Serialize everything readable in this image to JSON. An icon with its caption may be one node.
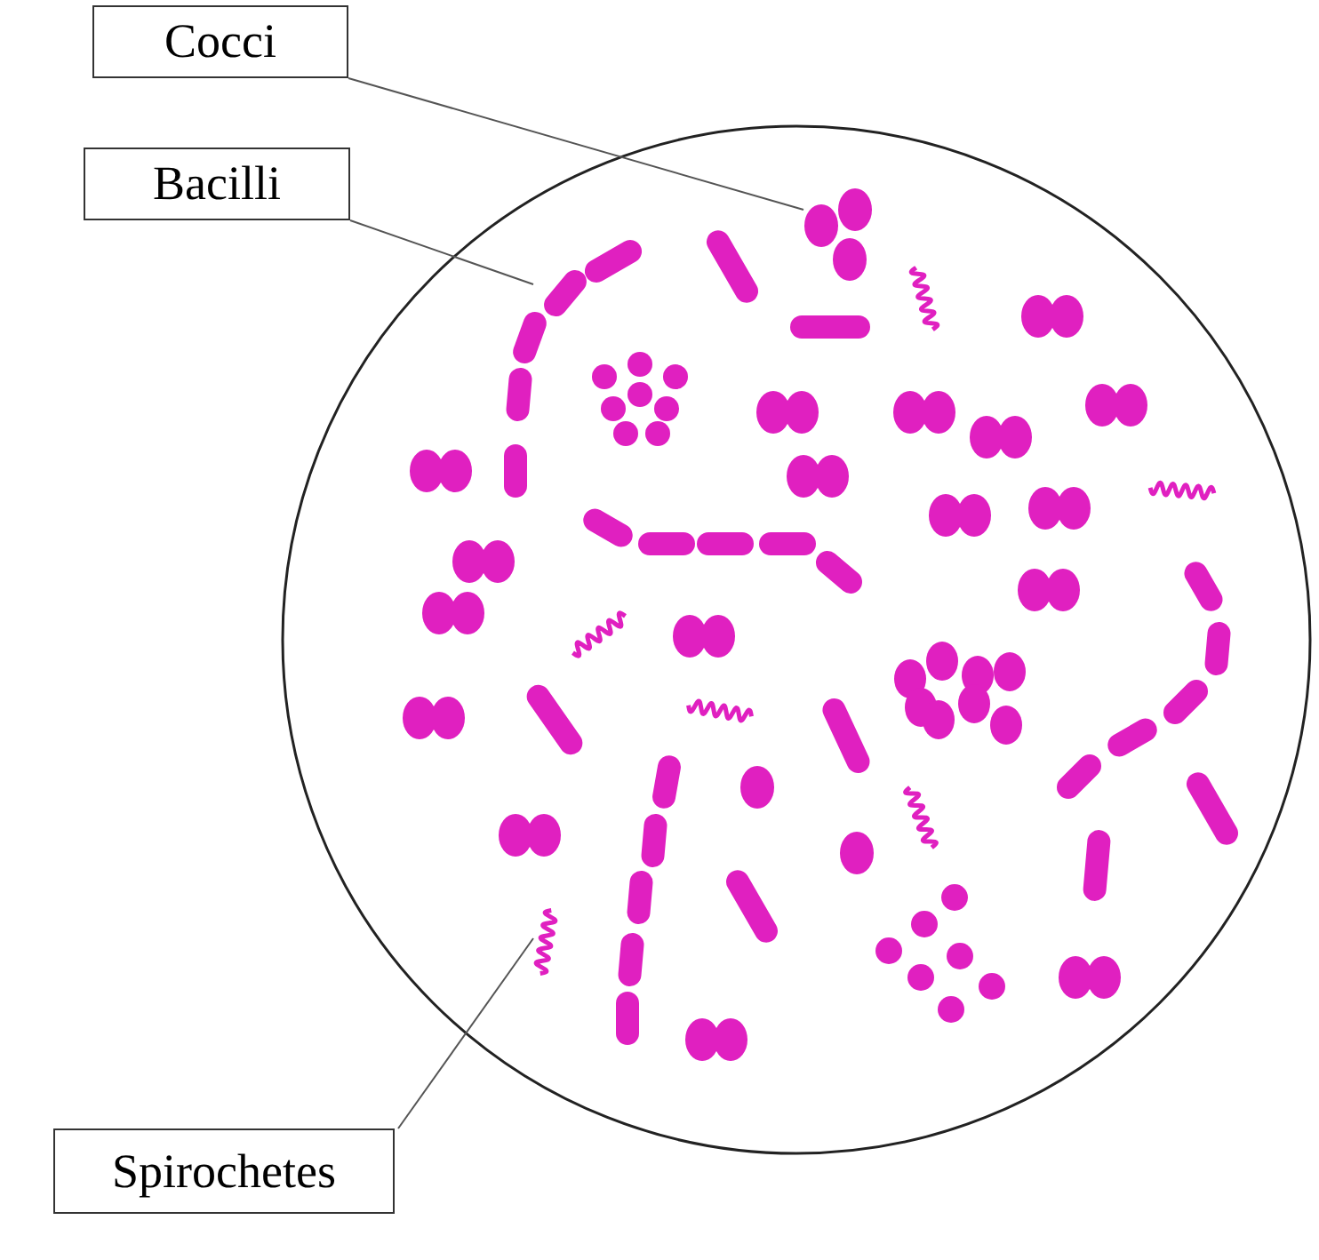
{
  "diagram": {
    "nodes": [
      {
        "text": [
          "Cocci"
        ]
      },
      {
        "text": [
          "Bacilli"
        ]
      },
      {
        "text": [
          "Spirochetes"
        ]
      },
      {
        "text": [],
        "shape": "picture"
      },
      {
        "text": [],
        "shape": "picture"
      },
      {
        "text": [],
        "shape": "picture"
      }
    ],
    "edges": [
      {
        "from": 0,
        "to": 3,
        "arrow": "none"
      },
      {
        "from": 1,
        "to": 4,
        "arrow": "none"
      },
      {
        "from": 2,
        "to": 5,
        "arrow": "none"
      }
    ]
  }
}
